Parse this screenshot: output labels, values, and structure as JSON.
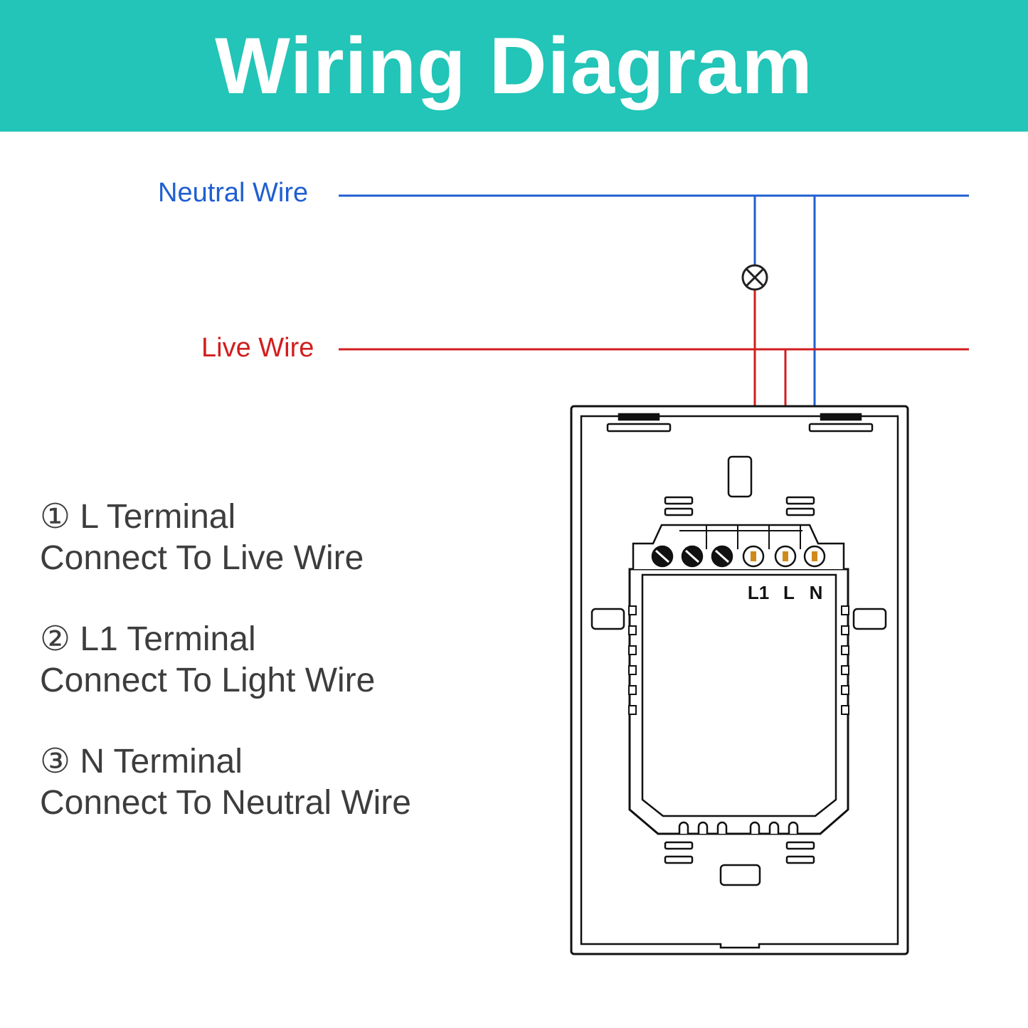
{
  "title": "Wiring Diagram",
  "wires": {
    "neutral": {
      "label": "Neutral Wire",
      "color": "#1f5fd0"
    },
    "live": {
      "label": "Live Wire",
      "color": "#d21e1e"
    }
  },
  "steps": [
    {
      "heading": "① L Terminal",
      "detail": "Connect To Live Wire"
    },
    {
      "heading": "② L1 Terminal",
      "detail": "Connect To Light Wire"
    },
    {
      "heading": "③ N Terminal",
      "detail": "Connect To Neutral Wire"
    }
  ],
  "terminals": [
    "L1",
    "L",
    "N"
  ],
  "colors": {
    "header": "#22c5b7",
    "outline": "#111111",
    "text": "#3d3d3d",
    "terminal_contact": "#d08a1a"
  }
}
